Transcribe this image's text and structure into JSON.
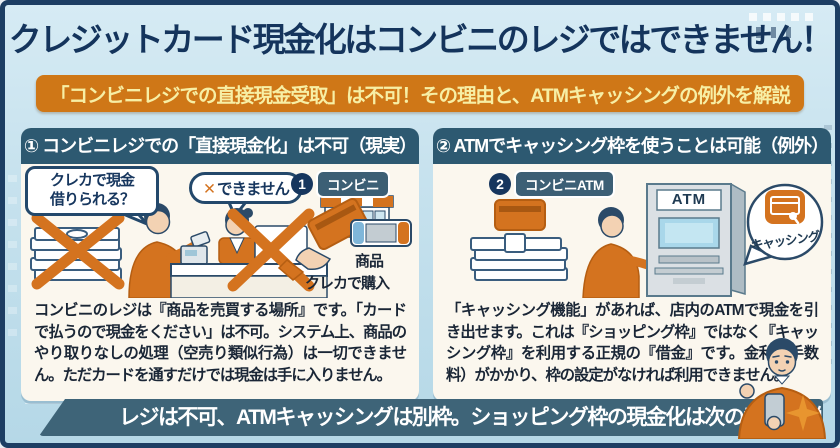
{
  "header": {
    "title": "クレジットカード現金化はコンビニのレジではできません！",
    "subtitle": "「コンビニレジでの直接現金受取」は不可！その理由と、ATMキャッシングの例外を解説"
  },
  "panels": [
    {
      "header": "① コンビニレジでの「直接現金化」は不可（現実）",
      "bubble_question": "クレカで現金\n借りられる？",
      "bubble_no_mark": "✕",
      "bubble_no_text": "できません",
      "badge_number": "1",
      "badge_label": "コンビニ",
      "item_label": "商品",
      "purchase_label": "クレカで購入",
      "body": "コンビニのレジは『商品を売買する場所』です。「カードで払うので現金をください」は不可。システム上、商品のやり取りなしの処理（空売り類似行為）は一切できません。ただカードを通すだけでは現金は手に入りません。"
    },
    {
      "header": "② ATMでキャッシング枠を使うことは可能（例外）",
      "badge_number": "2",
      "badge_label": "コンビニATM",
      "atm_label": "ATM",
      "bubble_label": "キャッシング",
      "body": "「キャッシング機能」があれば、店内のATMで現金を引き出せます。これは『ショッピング枠』ではなく『キャッシング枠』を利用する正規の『借金』です。金利（手数料）がかかり、枠の設定がなければ利用できません。"
    }
  ],
  "footer": {
    "text": "レジは不可、ATMキャッシングは別枠。ショッピング枠の現金化は次の章で解説！"
  },
  "colors": {
    "accent_orange": "#d4731f",
    "banner_orange": "#cf7717",
    "title_navy": "#14345c",
    "panel_header_teal": "#2d5971",
    "footer_slate": "#3e6478",
    "panel_bg": "#fbf7ee",
    "background_blue": "#c7e2ee"
  },
  "icons": [
    "cross-mark-icon",
    "cash-stack-icon",
    "credit-card-icon",
    "store-icon",
    "game-console-icon",
    "register-icon",
    "atm-icon",
    "cashing-card-icon",
    "sparkle-icon"
  ]
}
